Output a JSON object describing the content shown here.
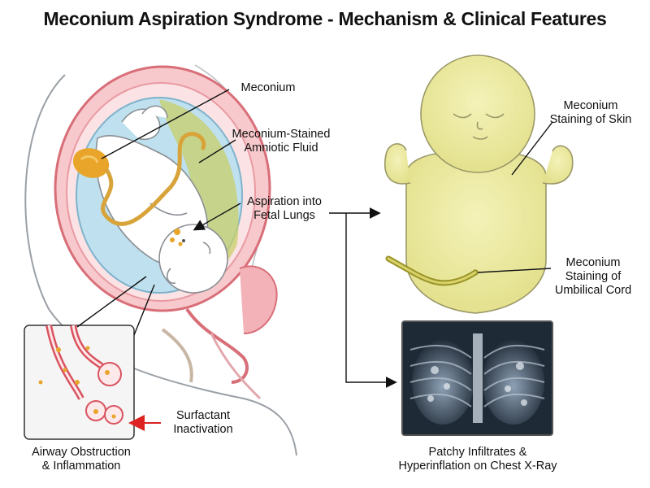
{
  "title": "Meconium Aspiration Syndrome - Mechanism & Clinical Features",
  "labels": {
    "meconium": "Meconium",
    "stained_fluid": [
      "Meconium-Stained",
      "Amniotic Fluid"
    ],
    "aspiration": [
      "Aspiration into",
      "Fetal Lungs"
    ],
    "skin": [
      "Meconium",
      "Staining of Skin"
    ],
    "cord": [
      "Meconium",
      "Staining of",
      "Umbilical Cord"
    ],
    "surfactant": [
      "Surfactant",
      "Inactivation"
    ],
    "airway": [
      "Airway Obstruction",
      "& Inflammation"
    ],
    "xray": [
      "Patchy Infiltrates &",
      "Hyperinflation on Chest X-Ray"
    ]
  },
  "colors": {
    "meconium": "#e8a52a",
    "stained_fluid": "#c8cf6a",
    "amniotic_fluid": "#bfe0ee",
    "uterus": "#e98b92",
    "skin_stain": "#e6e79a",
    "airway": "#d9535f",
    "arrow_red": "#d22",
    "xray_bg": "#1e2a36"
  }
}
